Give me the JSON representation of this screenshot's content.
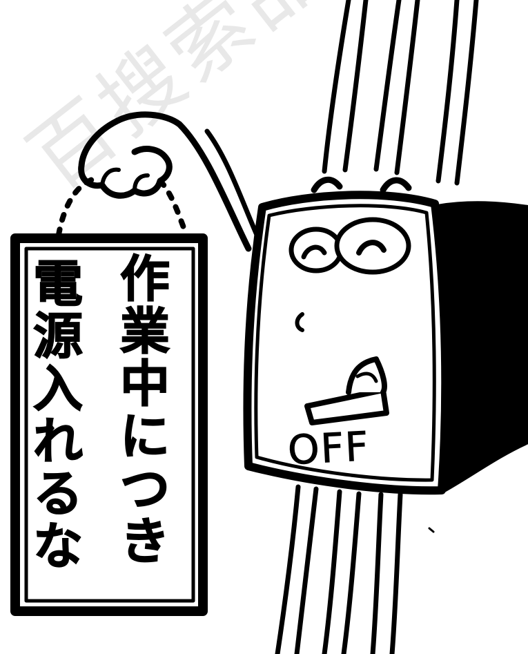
{
  "sign": {
    "line_right": [
      "作",
      "業",
      "中",
      "に",
      "つ",
      "き"
    ],
    "line_left": [
      "電",
      "源",
      "入",
      "れ",
      "る",
      "な"
    ]
  },
  "switch": {
    "state_label": "OFF"
  },
  "watermark": {
    "text": "百搜索品领星"
  },
  "colors": {
    "ink": "#000000",
    "paper": "#ffffff"
  },
  "icons": {
    "character": "power-switch-character-icon",
    "hand": "hand-icon",
    "sign": "hanging-sign-icon"
  }
}
